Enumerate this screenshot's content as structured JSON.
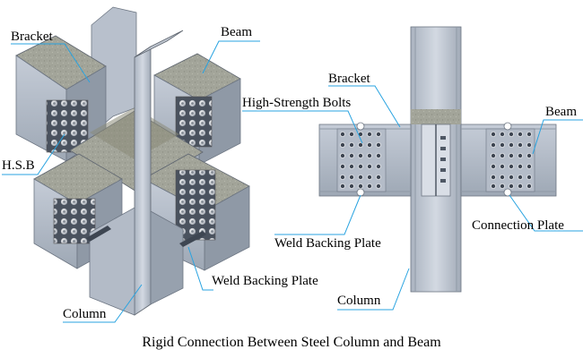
{
  "labels": {
    "left": {
      "bracket": "Bracket",
      "beam": "Beam",
      "hsb": "H.S.B",
      "weld_backing_plate": "Weld Backing Plate",
      "column": "Column"
    },
    "right": {
      "bracket": "Bracket",
      "high_strength_bolts": "High-Strength Bolts",
      "beam": "Beam",
      "weld_backing_plate": "Weld Backing Plate",
      "connection_plate": "Connection Plate",
      "column": "Column"
    }
  },
  "caption": "Rigid Connection Between Steel Column and Beam",
  "colors": {
    "leader_line": "#29a3e0",
    "steel_light": "#c9d0da",
    "steel_mid": "#a9b2bf",
    "steel_dark": "#7d8794",
    "concrete": "#9c9e93",
    "weld_strip": "#8a8a78",
    "bolt": "#e6e8ec"
  }
}
